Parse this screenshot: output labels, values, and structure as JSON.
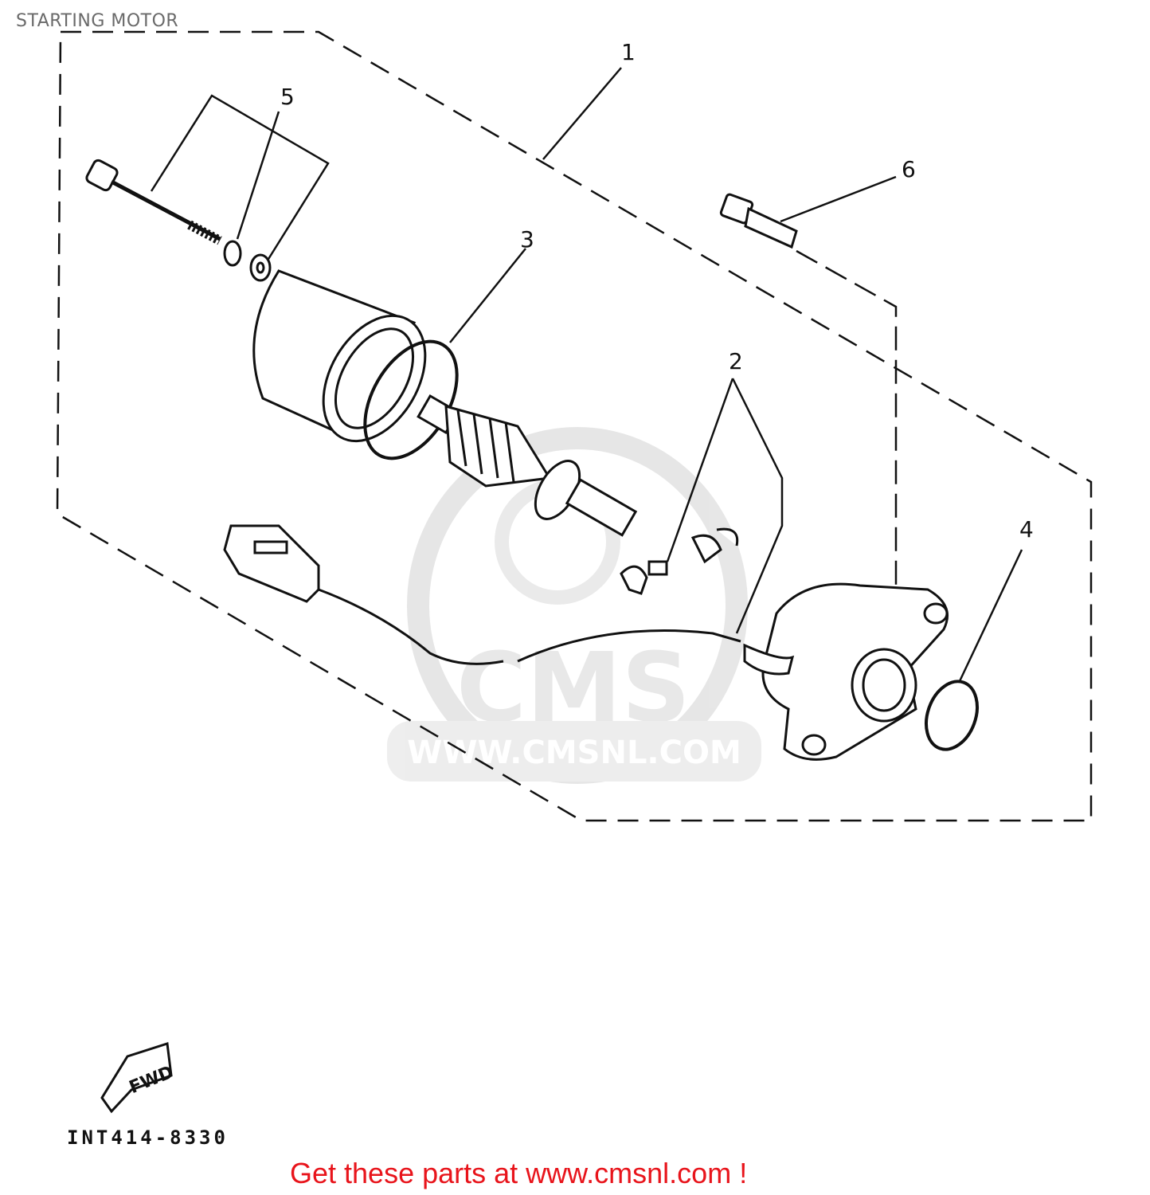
{
  "title": "STARTING MOTOR",
  "callouts": [
    {
      "num": "1"
    },
    {
      "num": "2"
    },
    {
      "num": "3"
    },
    {
      "num": "4"
    },
    {
      "num": "5"
    },
    {
      "num": "6"
    }
  ],
  "fwd_label": "FWD",
  "part_code": "INT414-8330",
  "watermark": {
    "brand": "CMS",
    "url": "WWW.CMSNL.COM"
  },
  "promo": "Get these parts at www.cmsnl.com !",
  "colors": {
    "promo": "#e8141b",
    "line": "#111111",
    "watermark": "#e6e6e6"
  }
}
